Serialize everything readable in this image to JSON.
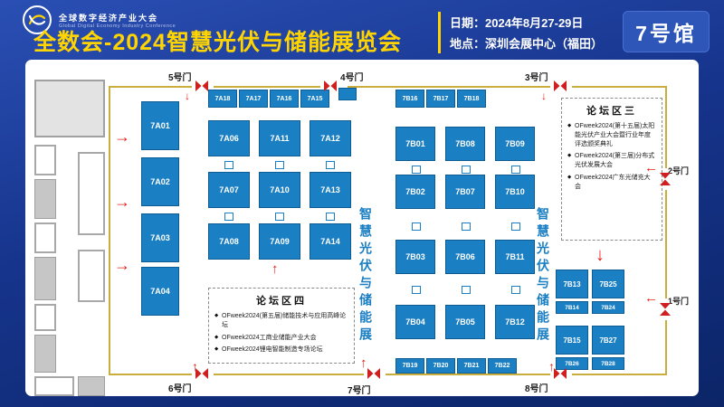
{
  "header": {
    "logo_line1": "全球数字经济产业大会",
    "logo_line2": "Global Digital Economy Industry Conference",
    "title": "全数会-2024智慧光伏与储能展览会",
    "date": "日期：2024年8月27-29日",
    "venue": "地点：深圳会展中心（福田）",
    "hall_badge": "7号馆"
  },
  "floorplan": {
    "banner": "智慧光伏与储能展",
    "doors": {
      "top": [
        "5号门",
        "4号门",
        "3号门"
      ],
      "bottom": [
        "6号门",
        "7号门",
        "8号门"
      ],
      "right": [
        "2号门",
        "1号门"
      ]
    },
    "booths": {
      "left_column": [
        "7A01",
        "7A02",
        "7A03",
        "7A04"
      ],
      "top_a": [
        "7A18",
        "7A17",
        "7A16",
        "7A15"
      ],
      "grid_a": [
        [
          "7A06",
          "7A11",
          "7A12"
        ],
        [
          "7A07",
          "7A10",
          "7A13"
        ],
        [
          "7A08",
          "7A09",
          "7A14"
        ]
      ],
      "top_b": [
        "7B16",
        "7B17",
        "7B18"
      ],
      "grid_b": [
        [
          "7B01",
          "7B08",
          "7B09"
        ],
        [
          "7B02",
          "7B07",
          "7B10"
        ],
        [
          "7B03",
          "7B06",
          "7B11"
        ],
        [
          "7B04",
          "7B05",
          "7B12"
        ]
      ],
      "bottom_b": [
        "7B19",
        "7B20",
        "7B21",
        "7B22"
      ],
      "right_col": {
        "row1": [
          "7B13",
          "7B25"
        ],
        "row1_small": [
          "7B14",
          "7B24"
        ],
        "row2": [
          "7B15",
          "7B27"
        ],
        "row2_small": [
          "7B26",
          "7B28"
        ]
      }
    },
    "forum3": {
      "title": "论坛区三",
      "items": [
        "OFweek2024(第十五届)太阳能光伏产业大会暨行业年度评选颁奖典礼",
        "OFweek2024(第三届)分布式光伏发展大会",
        "OFweek2024广东光储充大会"
      ]
    },
    "forum4": {
      "title": "论坛区四",
      "items": [
        "OFweek2024(第五届)储能技术与应用高峰论坛",
        "OFweek2024工商业储能产业大会",
        "OFweek2024锂电智能制造专场论坛"
      ]
    }
  },
  "colors": {
    "booth_blue": "#1b7fc4",
    "accent_yellow": "#ffd400",
    "arrow_red": "#e32119",
    "wall_yellow": "#c9ae3e"
  }
}
